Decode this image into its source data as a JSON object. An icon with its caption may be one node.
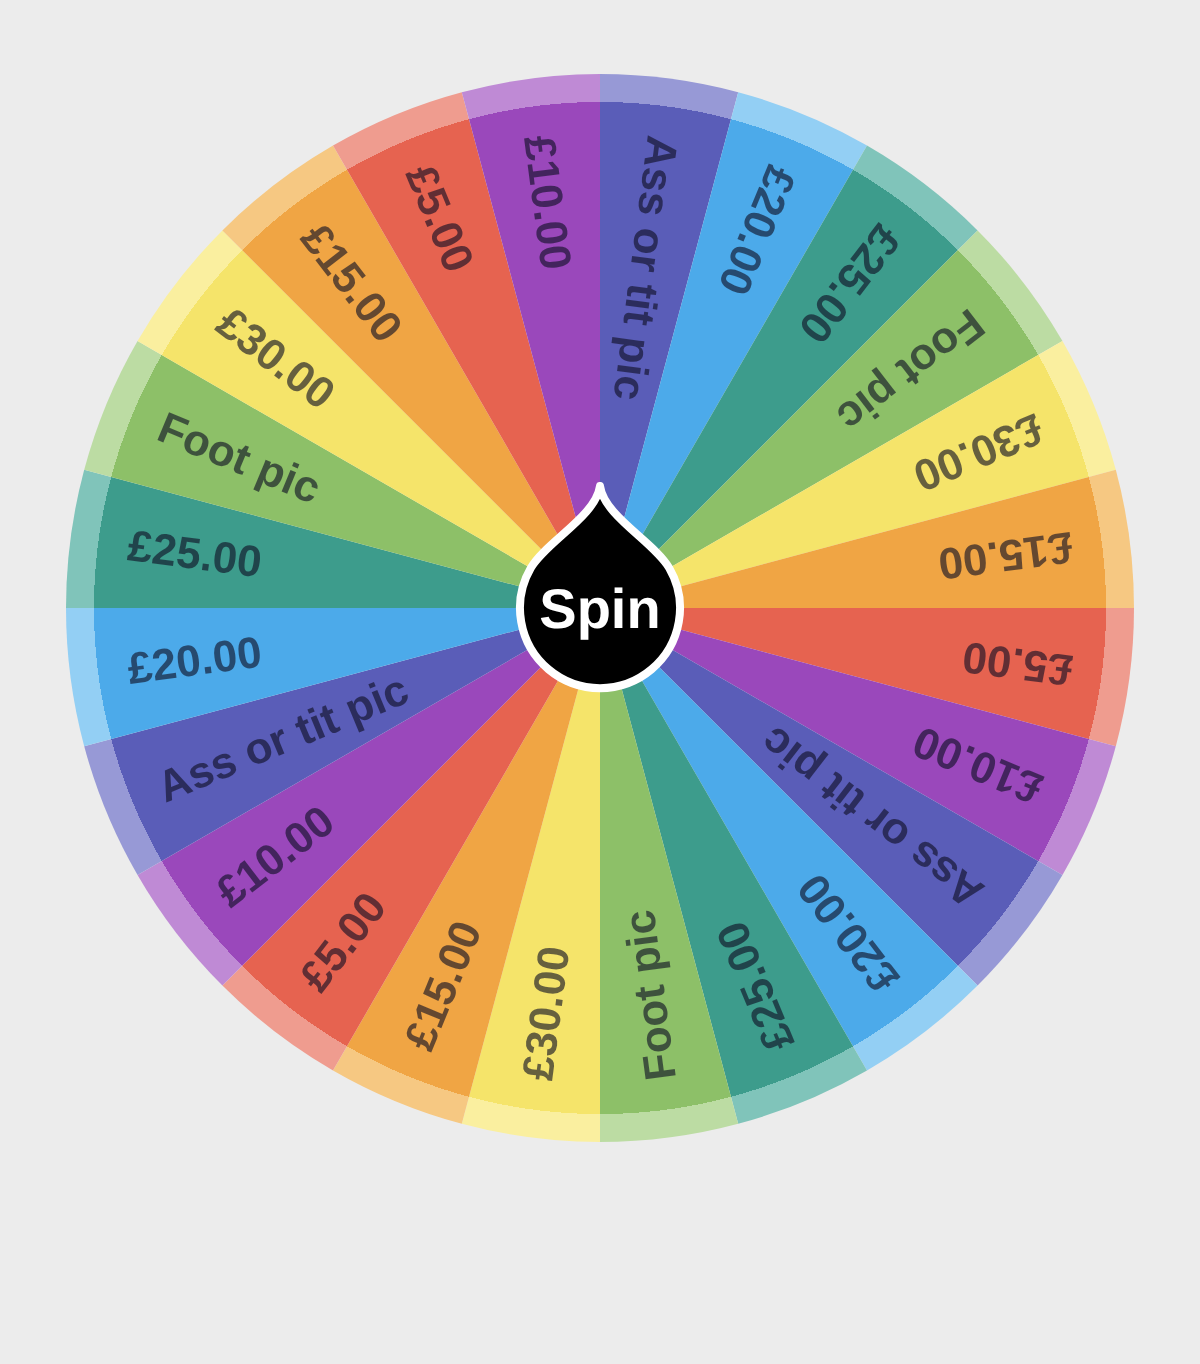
{
  "diagram": {
    "nodes": [
      {
        "text": [
          "Ass or tit pic"
        ]
      },
      {
        "text": [
          "£20.00"
        ]
      },
      {
        "text": [
          "£25.00"
        ]
      },
      {
        "text": [
          "Foot pic"
        ]
      },
      {
        "text": [
          "£30.00"
        ]
      },
      {
        "text": [
          "£15.00"
        ]
      },
      {
        "text": [
          "£5.00"
        ]
      },
      {
        "text": [
          "£10.00"
        ]
      },
      {
        "text": [
          "Ass or tit pic"
        ]
      },
      {
        "text": [
          "£20.00"
        ]
      },
      {
        "text": [
          "£25.00"
        ]
      },
      {
        "text": [
          "Foot pic"
        ]
      },
      {
        "text": [
          "£30.00"
        ]
      },
      {
        "text": [
          "£15.00"
        ]
      },
      {
        "text": [
          "£5.00"
        ]
      },
      {
        "text": [
          "£10.00"
        ]
      },
      {
        "text": [
          "Ass or tit pic"
        ]
      },
      {
        "text": [
          "£20.00"
        ]
      },
      {
        "text": [
          "£25.00"
        ]
      },
      {
        "text": [
          "Foot pic"
        ]
      },
      {
        "text": [
          "£30.00"
        ]
      },
      {
        "text": [
          "£15.00"
        ]
      },
      {
        "text": [
          "£5.00"
        ]
      },
      {
        "text": [
          "£10.00"
        ]
      },
      {
        "text": [
          "Spin"
        ]
      }
    ]
  }
}
